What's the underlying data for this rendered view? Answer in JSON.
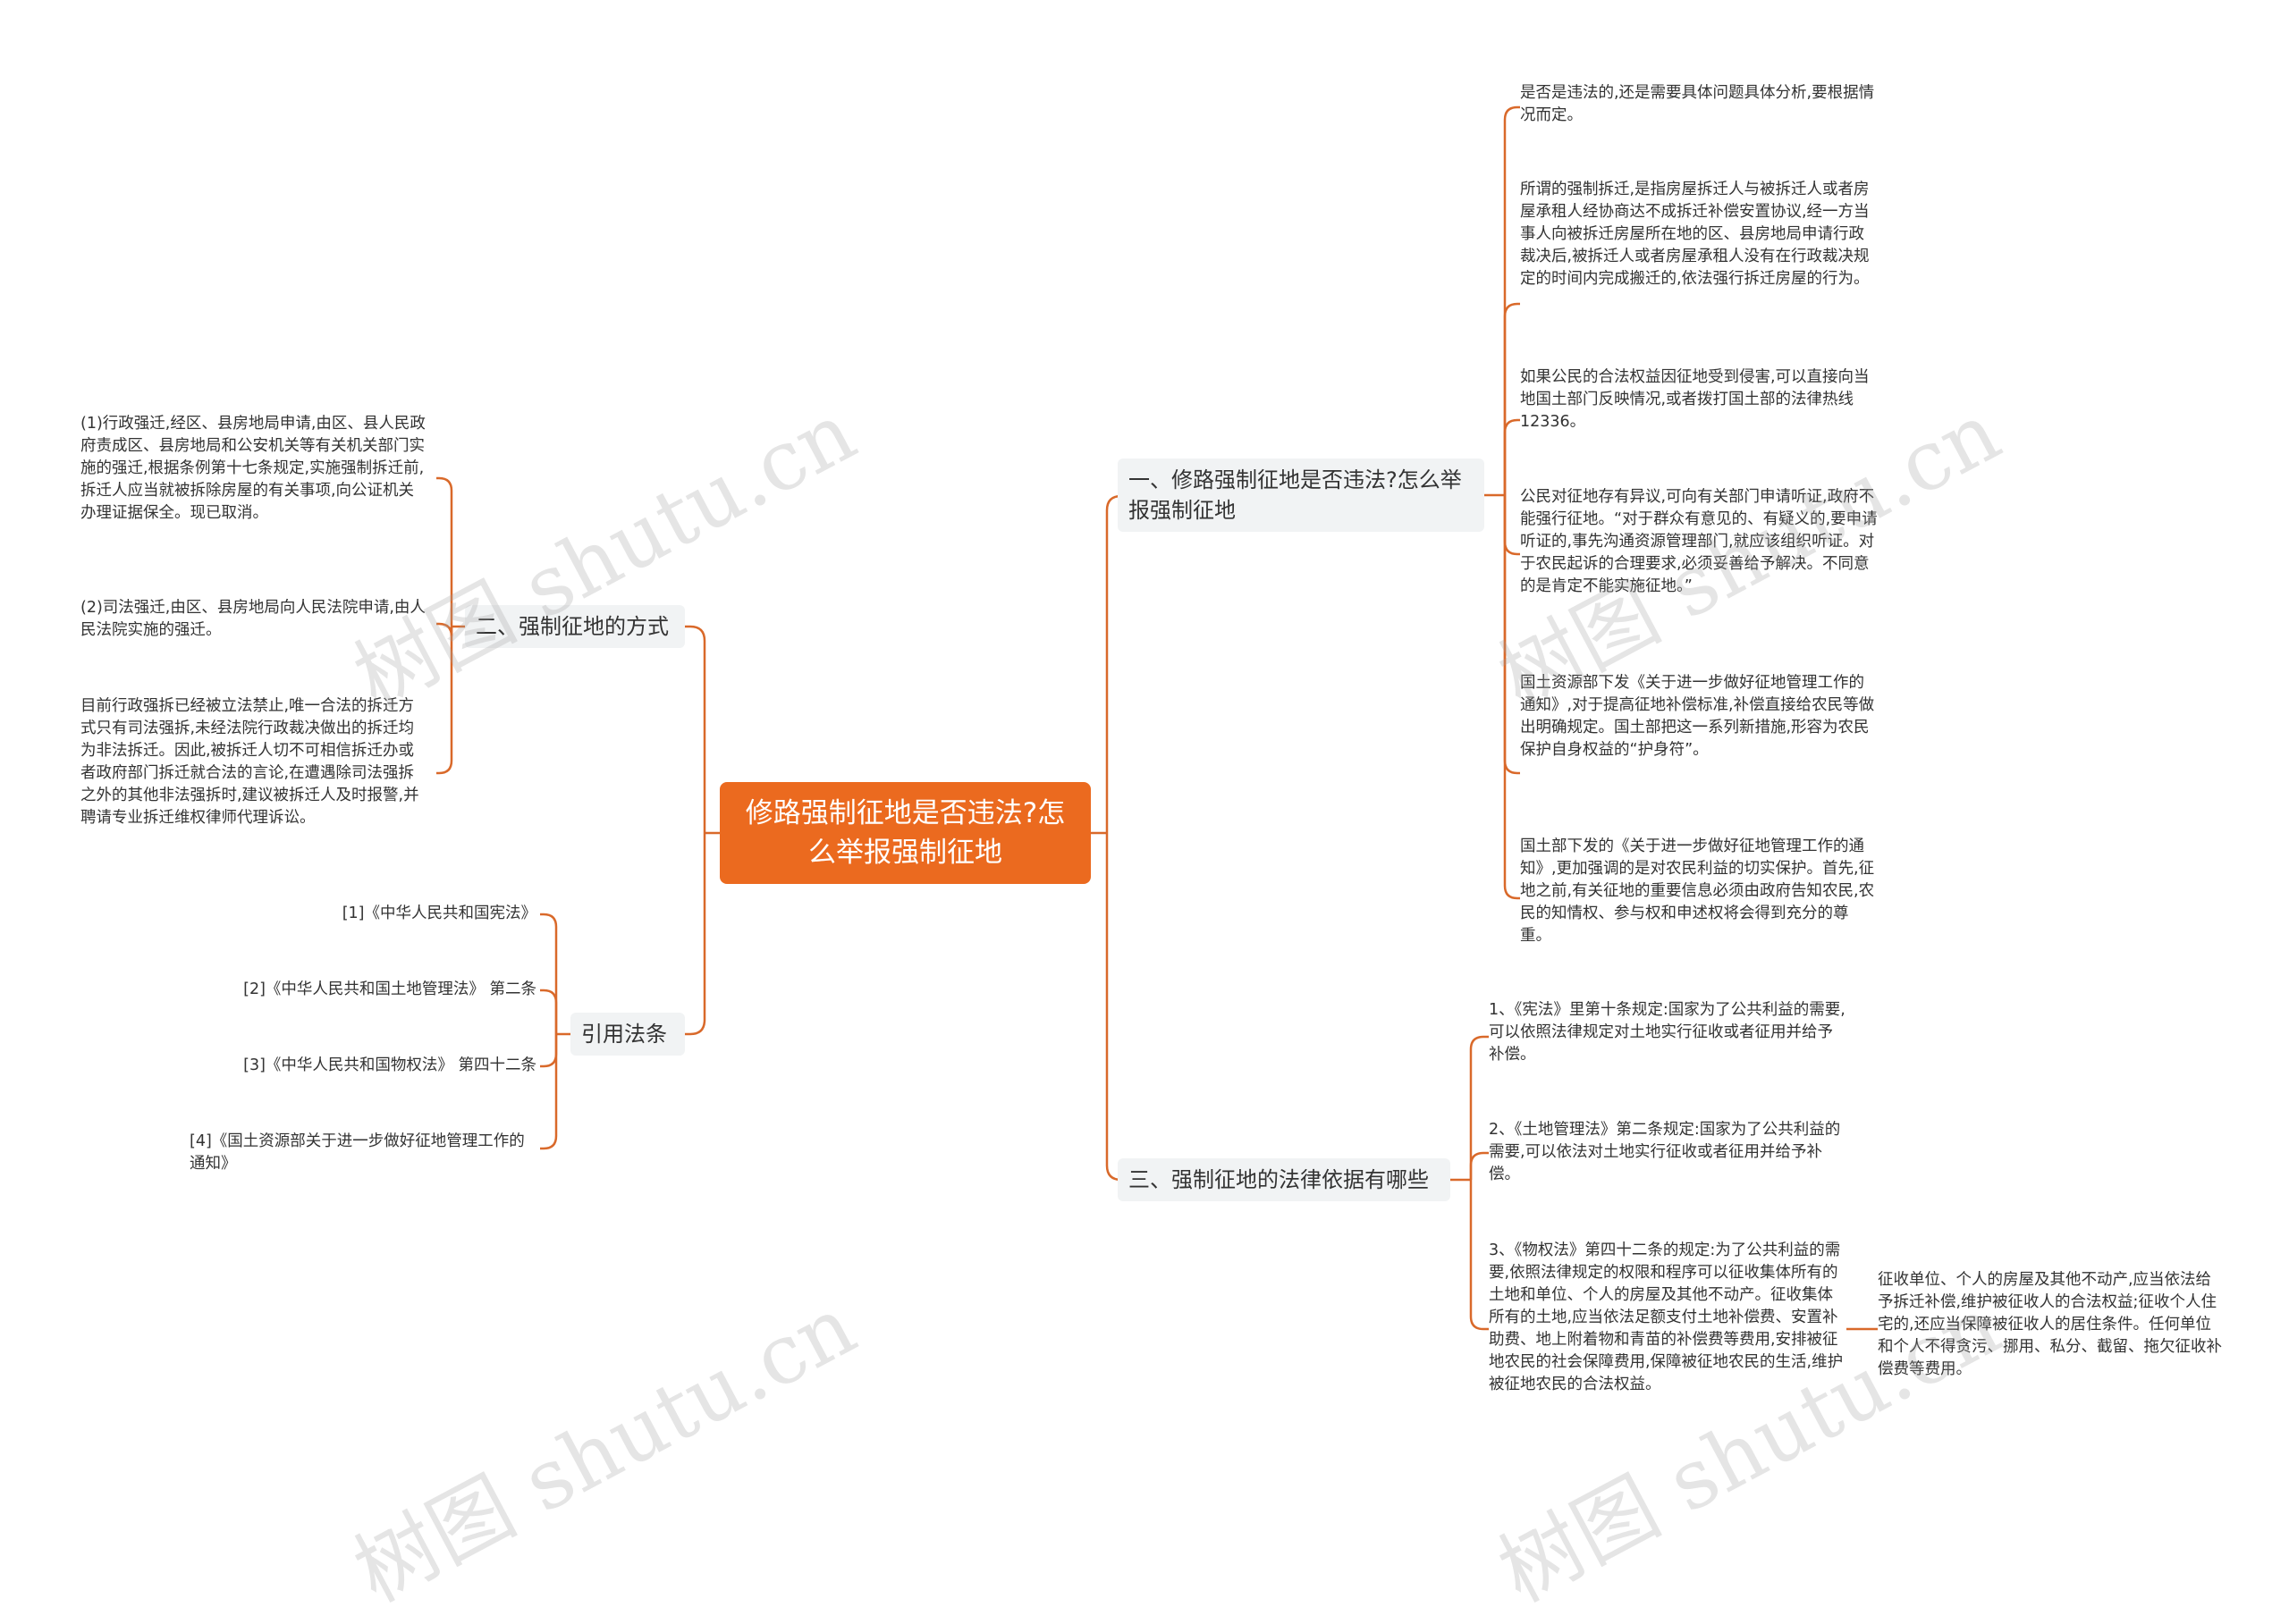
{
  "root": "修路强制征地是否违法?怎么举报强制征地",
  "right": [
    {
      "label": "一、修路强制征地是否违法?怎么举报强制征地",
      "children": [
        "是否是违法的,还是需要具体问题具体分析,要根据情况而定。",
        "所谓的强制拆迁,是指房屋拆迁人与被拆迁人或者房屋承租人经协商达不成拆迁补偿安置协议,经一方当事人向被拆迁房屋所在地的区、县房地局申请行政裁决后,被拆迁人或者房屋承租人没有在行政裁决规定的时间内完成搬迁的,依法强行拆迁房屋的行为。",
        "如果公民的合法权益因征地受到侵害,可以直接向当地国土部门反映情况,或者拨打国土部的法律热线12336。",
        "公民对征地存有异议,可向有关部门申请听证,政府不能强行征地。“对于群众有意见的、有疑义的,要申请听证的,事先沟通资源管理部门,就应该组织听证。对于农民起诉的合理要求,必须妥善给予解决。不同意的是肯定不能实施征地。”",
        "国土资源部下发《关于进一步做好征地管理工作的通知》,对于提高征地补偿标准,补偿直接给农民等做出明确规定。国土部把这一系列新措施,形容为农民保护自身权益的“护身符”。",
        "国土部下发的《关于进一步做好征地管理工作的通知》,更加强调的是对农民利益的切实保护。首先,征地之前,有关征地的重要信息必须由政府告知农民,农民的知情权、参与权和申述权将会得到充分的尊重。"
      ]
    },
    {
      "label": "三、强制征地的法律依据有哪些",
      "children": [
        "1、《宪法》里第十条规定:国家为了公共利益的需要,可以依照法律规定对土地实行征收或者征用并给予补偿。",
        "2、《土地管理法》第二条规定:国家为了公共利益的需要,可以依法对土地实行征收或者征用并给予补偿。",
        "3、《物权法》第四十二条的规定:为了公共利益的需要,依照法律规定的权限和程序可以征收集体所有的土地和单位、个人的房屋及其他不动产。征收集体所有的土地,应当依法足额支付土地补偿费、安置补助费、地上附着物和青苗的补偿费等费用,安排被征地农民的社会保障费用,保障被征地农民的生活,维护被征地农民的合法权益。"
      ],
      "sub": "征收单位、个人的房屋及其他不动产,应当依法给予拆迁补偿,维护被征收人的合法权益;征收个人住宅的,还应当保障被征收人的居住条件。任何单位和个人不得贪污、挪用、私分、截留、拖欠征收补偿费等费用。"
    }
  ],
  "left": [
    {
      "label": "二、强制征地的方式",
      "children": [
        "(1)行政强迁,经区、县房地局申请,由区、县人民政府责成区、县房地局和公安机关等有关机关部门实施的强迁,根据条例第十七条规定,实施强制拆迁前,拆迁人应当就被拆除房屋的有关事项,向公证机关办理证据保全。现已取消。",
        "(2)司法强迁,由区、县房地局向人民法院申请,由人民法院实施的强迁。",
        "目前行政强拆已经被立法禁止,唯一合法的拆迁方式只有司法强拆,未经法院行政裁决做出的拆迁均为非法拆迁。因此,被拆迁人切不可相信拆迁办或者政府部门拆迁就合法的言论,在遭遇除司法强拆之外的其他非法强拆时,建议被拆迁人及时报警,并聘请专业拆迁维权律师代理诉讼。"
      ]
    },
    {
      "label": "引用法条",
      "children": [
        "[1]《中华人民共和国宪法》",
        "[2]《中华人民共和国土地管理法》 第二条",
        "[3]《中华人民共和国物权法》 第四十二条",
        "[4]《国土资源部关于进一步做好征地管理工作的通知》"
      ]
    }
  ],
  "watermark": "树图 shutu.cn",
  "colors": {
    "accent": "#eb6a1f",
    "line": "#d9692a",
    "branch_bg": "#f1f3f4"
  }
}
